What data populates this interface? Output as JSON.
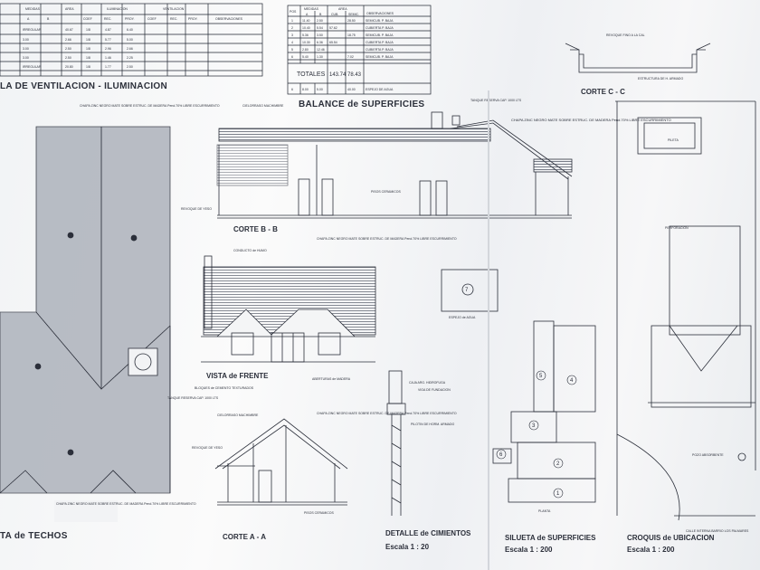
{
  "table_left": {
    "title": "LA DE VENTILACION - ILUMINACION",
    "group_headers": [
      "MEDIDAS",
      "AREA",
      "ILUMINACION",
      "VENTILACION",
      "OBSERVACIONES"
    ],
    "sub_headers": [
      "A",
      "B",
      "COEF",
      "REC.",
      "PROY.",
      "COEF",
      "REC.",
      "PROY."
    ],
    "rows": [
      [
        "IRREGULAR",
        "40.67",
        "1/8",
        "4.87",
        "6.40"
      ],
      [
        "3.00",
        "2.66",
        "1/8",
        "5.77",
        "5.00"
      ],
      [
        "3.00",
        "2.50",
        "1/8",
        "2.96",
        "2.66"
      ],
      [
        "3.00",
        "2.50",
        "1/8",
        "1.46",
        "2.25"
      ],
      [
        "IRREGULAR",
        "20.80",
        "1/8",
        "1.77",
        "2.50"
      ]
    ]
  },
  "table_right": {
    "title": "BALANCE de SUPERFICIES",
    "group_headers": [
      "POS",
      "MEDIDAS",
      "AREA",
      "OBSERVACIONES"
    ],
    "sub_headers": [
      "A",
      "B",
      "CUB.",
      "SEMIC."
    ],
    "rows": [
      [
        "1",
        "11.40",
        "2.50",
        "28.50",
        "SEMICUB. P. BAJA"
      ],
      [
        "2",
        "10.40",
        "5.54",
        "57.62",
        "CUBIERTA P. BAJA"
      ],
      [
        "3",
        "5.36",
        "3.50",
        "18.75",
        "SEMICUB. P. BAJA"
      ],
      [
        "4",
        "10.30",
        "6.36",
        "65.54",
        "CUBIERTA P. BAJA"
      ],
      [
        "5",
        "2.80",
        "12.46",
        "",
        "CUBIERTA P. BAJA"
      ],
      [
        "6",
        "5.40",
        "1.30",
        "7.02",
        "SEMICUB. P. BAJA"
      ]
    ],
    "totals_label": "TOTALES",
    "totals_values": [
      "143.74",
      "78.43"
    ],
    "extra_row": [
      "6",
      "8.00",
      "5.00",
      "40.00",
      "ESPEJO DE AGUA"
    ]
  },
  "drawings": {
    "corte_cc": {
      "title": "CORTE  C - C",
      "note1": "REVOQUE FINO A LA CAL",
      "note2": "ESTRUCTURA DE H. ARMADO"
    },
    "corte_bb": {
      "title": "CORTE  B - B",
      "note1": "CIELORRASO MACHIMBRE",
      "note2": "TANQUE RESERVA CAP. 1000 LTS",
      "note3": "REVOQUE DE YESO",
      "note4": "PISOS CERAMICOS"
    },
    "vista_frente": {
      "title": "VISTA de FRENTE",
      "note1": "CONDUCTO de HUMO",
      "note2": "BLOQUES de CEMENTO TEXTURADOS",
      "note3": "ABERTURAS de MADERA"
    },
    "corte_aa": {
      "title": "CORTE  A  -  A",
      "note1": "CIELORRASO MACHIMBRE",
      "note2": "REVOQUE DE YESO",
      "note3": "PISOS CERAMICOS"
    },
    "techos": {
      "title": "TA de TECHOS",
      "note1": "TANQUE RESERVA CAP. 1000 LTS"
    },
    "cimientos": {
      "title": "DETALLE de CIMIENTOS",
      "scale": "Escala  1 : 20",
      "note1": "CAJA ARG. HIDROFUGA",
      "note2": "VIGA DE FUNDACION",
      "note3": "PILOTIN DE HORM. ARMADO"
    },
    "silueta": {
      "title": "SILUETA de SUPERFICIES",
      "scale": "Escala  1 : 200",
      "numbers": [
        "1",
        "2",
        "3",
        "4",
        "5",
        "6"
      ],
      "plant_label": "PLANTA"
    },
    "croquis": {
      "title": "CROQUIS de UBICACION",
      "scale": "Escala  1 : 200",
      "note1": "PILETA",
      "note2": "POZO ABSORBENTE",
      "note3": "CALLE INTERNA BARRIO LOS PALMARES",
      "note4": "PERFORACION"
    },
    "espejo": {
      "number": "7",
      "label": "ESPEJO de AGUA"
    },
    "roof_note": "CHAPA ZINC NEGRO MATE SOBRE ESTRUC. DE MADERA  Pend.70%  LIBRE ESCURRIMIENTO"
  },
  "colors": {
    "paper": "#f4f5f6",
    "ink": "#2b2f3a",
    "table": "#1f2430"
  }
}
